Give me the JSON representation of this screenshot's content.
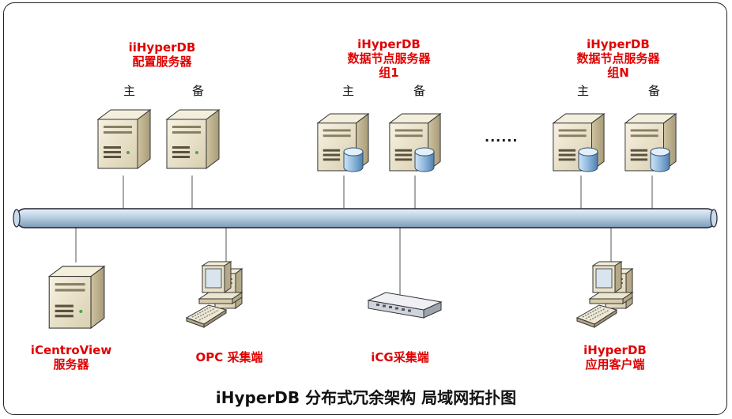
{
  "title": "iHyperDB 分布式冗余架构 局域网拓扑图",
  "top_groups": [
    {
      "name_lines": [
        "iiHyperDB",
        "配置服务器"
      ],
      "primary": "主",
      "backup": "备"
    },
    {
      "name_lines": [
        "iHyperDB",
        "数据节点服务器",
        "组1"
      ],
      "primary": "主",
      "backup": "备"
    },
    {
      "name_lines": [
        "iHyperDB",
        "数据节点服务器",
        "组N"
      ],
      "primary": "主",
      "backup": "备"
    }
  ],
  "ellipsis": "......",
  "bottom_nodes": [
    {
      "name_lines": [
        "iCentroView",
        "服务器"
      ],
      "icon": "server-icon"
    },
    {
      "name_lines": [
        "OPC 采集端"
      ],
      "icon": "workstation-icon"
    },
    {
      "name_lines": [
        "iCG采集端"
      ],
      "icon": "switch-icon"
    },
    {
      "name_lines": [
        "iHyperDB",
        "应用客户端"
      ],
      "icon": "workstation-icon"
    }
  ],
  "colors": {
    "label_red": "#e00000",
    "bus": "#b8cde0",
    "server_body": "#ece5cf"
  }
}
